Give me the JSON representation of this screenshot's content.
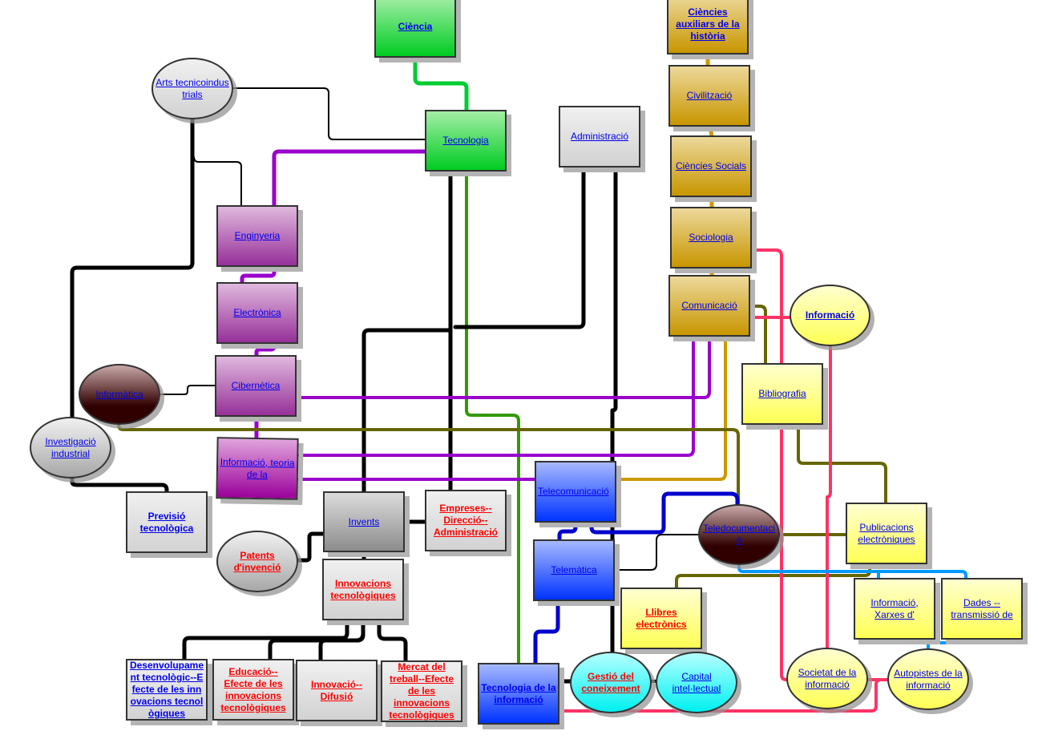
{
  "diagram": {
    "nodes": {
      "ciencia": "Ciència",
      "tecnologia": "Tecnologia",
      "administracio": "Administració",
      "arts": "Arts tecnicoindustrials",
      "enginyeria": "Enginyeria",
      "electronica": "Electrònica",
      "cibernetica": "Cibernètica",
      "informatica": "Informàtica",
      "investigacio": "Investigació industrial",
      "teoria": "Informació, teoria de la",
      "previsio": "Previsió tecnològica",
      "patents": "Patents d'invenció",
      "invents": "Invents",
      "empreses": "Empreses--Direcció--Administració",
      "innovacions": "Innovacions tecnològiques",
      "desenvolupament": "Desenvolupament tecnològic--Efecte de les innovacions tecnològiques",
      "educacio": "Educació--Efecte de les innovacions tecnològiques",
      "difusio": "Innovació--Difusió",
      "mercat": "Mercat del treball--Efecte de les innovacions tecnològiques",
      "auxiliars": "Ciències auxiliars de la història",
      "civilitzacio": "Civilització",
      "socials": "Ciències Socials",
      "sociologia": "Sociologia",
      "comunicacio": "Comunicació",
      "informacio": "Informació",
      "bibliografia": "Bibliografia",
      "telecomunicacio": "Telecomunicació",
      "telematica": "Telemàtica",
      "teledocumentacio": "Teledocumentació",
      "publicacions": "Publicacions electròniques",
      "llibres": "Llibres electrònics",
      "xarxes": "Informació, Xarxes d'",
      "dades": "Dades -- transmissió de",
      "tecinfo": "Tecnologia de la informació",
      "gestio": "Gestió del coneixement",
      "capital": "Capital intel·lectual",
      "societat": "Societat de la informació",
      "autopistes": "Autopistes de la informació"
    },
    "colors": {
      "green_link": "#00cc33",
      "dark_green_link": "#339900",
      "purple_link": "#9900cc",
      "gold_link": "#cc9900",
      "olive_link": "#666600",
      "pink_link": "#ff3366",
      "blue_link": "#0000cc",
      "sky_link": "#0099ff",
      "black_link": "#000000"
    }
  }
}
